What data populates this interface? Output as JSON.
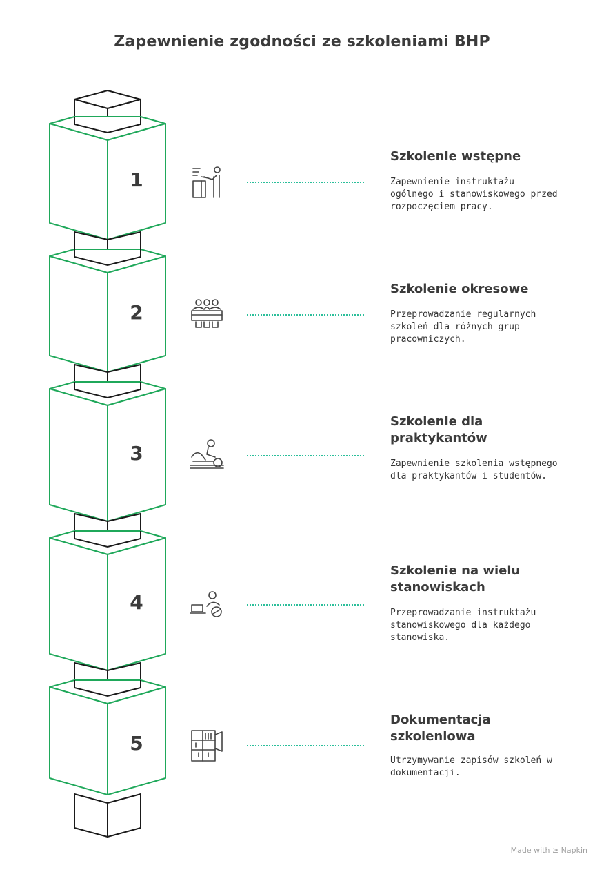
{
  "title": "Zapewnienie zgodności ze szkoleniami BHP",
  "steps": [
    {
      "number": "1",
      "title": "Szkolenie wstępne",
      "description": "Zapewnienie instruktażu ogólnego i stanowiskowego przed rozpoczęciem pracy.",
      "icon": "instructor-desk-icon"
    },
    {
      "number": "2",
      "title": "Szkolenie okresowe",
      "description": "Przeprowadzanie regularnych szkoleń dla różnych grup pracowniczych.",
      "icon": "group-meeting-icon"
    },
    {
      "number": "3",
      "title": "Szkolenie dla praktykantów",
      "description": "Zapewnienie szkolenia wstępnego dla praktykantów i studentów.",
      "icon": "trainee-icon"
    },
    {
      "number": "4",
      "title": "Szkolenie na wielu stanowiskach",
      "description": "Przeprowadzanie instruktażu stanowiskowego dla każdego stanowiska.",
      "icon": "workstation-icon"
    },
    {
      "number": "5",
      "title": "Dokumentacja szkoleniowa",
      "description": "Utrzymywanie zapisów szkoleń w dokumentacji.",
      "icon": "documentation-archive-icon"
    }
  ],
  "footer": "Made with ≥ Napkin",
  "colors": {
    "accent_green": "#1fa85a",
    "dotted_connector": "#2bbf9a",
    "outline_dark": "#1a1a1a",
    "text": "#3b3b3b"
  }
}
